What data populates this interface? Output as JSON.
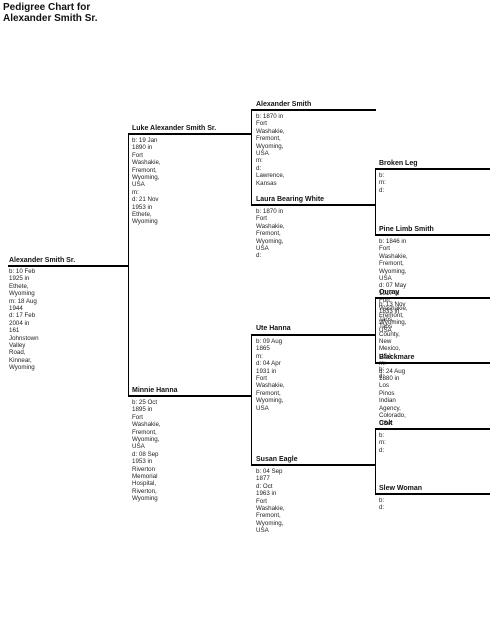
{
  "title": "Pedigree Chart for\nAlexander Smith Sr.",
  "persons": [
    {
      "name": "Alexander Smith Sr.",
      "lines": [
        "b: 10 Feb 1925 in Ethete,",
        "Wyoming",
        "m: 18 Aug 1944",
        "d: 17 Feb 2004 in 161 Johnstown",
        "Valley Road, Kinnear, Wyoming"
      ]
    },
    {
      "name": "Luke Alexander Smith Sr.",
      "lines": [
        "b: 19 Jan 1890 in Fort Washakie,",
        "Fremont, Wyoming, USA",
        "m:",
        "d: 21 Nov 1953 in Ethete,",
        "Wyoming"
      ]
    },
    {
      "name": "Minnie Hanna",
      "lines": [
        "b: 25 Oct 1895 in Fort Washakie,",
        "Fremont, Wyoming, USA",
        "d: 08 Sep 1953 in Riverton",
        "Memorial Hospital, Riverton,",
        "Wyoming"
      ]
    },
    {
      "name": "Alexander Smith",
      "lines": [
        "b: 1870 in Fort Washakie,",
        "Fremont, Wyoming, USA",
        "m:",
        "d: Lawrence, Kansas"
      ]
    },
    {
      "name": "Laura Bearing White",
      "lines": [
        "b: 1870 in Fort Washakie,",
        "Fremont, Wyoming, USA",
        "d:"
      ]
    },
    {
      "name": "Ute Hanna",
      "lines": [
        "b: 09 Aug 1865",
        "m:",
        "d: 04 Apr 1931 in Fort Washakie,",
        "Fremont, Wyoming, USA"
      ]
    },
    {
      "name": "Susan Eagle",
      "lines": [
        "b: 04 Sep 1877",
        "d: Oct 1963 in Fort Washakie,",
        "Fremont, Wyoming, USA"
      ]
    },
    {
      "name": "Broken Leg",
      "lines": [
        "b:",
        "m:",
        "d:"
      ]
    },
    {
      "name": "Pine Limb Smith",
      "lines": [
        "b: 1846 in Fort Washakie,",
        "Fremont, Wyoming, USA",
        "d: 07 May 1917 in Fort Washakie,",
        "Fremont, Wyoming, USA"
      ]
    },
    {
      "name": "Ouray",
      "lines": [
        "b: 13 Nov 1833 in Taos, Taos",
        "County, New Mexico, USA",
        "m:",
        "d: 24 Aug 1880 in Los Pinos",
        "Indian Agency, Colorado, USA"
      ]
    },
    {
      "name": "Blackmare",
      "lines": [
        "b:",
        "d:"
      ]
    },
    {
      "name": "Colt",
      "lines": [
        "b:",
        "m:",
        "d:"
      ]
    },
    {
      "name": "Slew Woman",
      "lines": [
        "b:",
        "d:"
      ]
    }
  ]
}
